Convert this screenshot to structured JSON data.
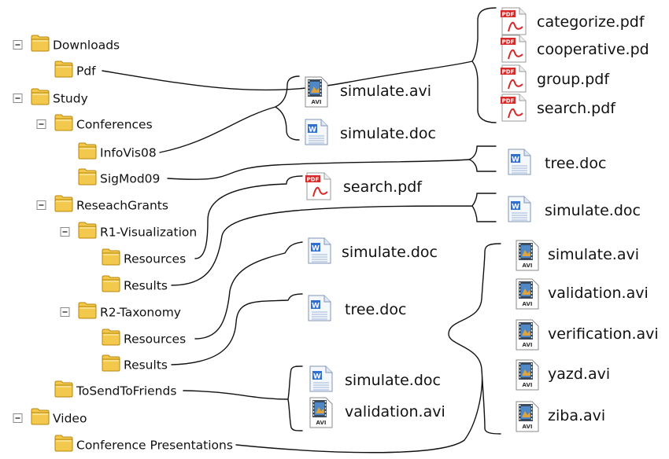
{
  "tree": [
    {
      "label": "Downloads",
      "depth": 0,
      "expander": "minus"
    },
    {
      "label": "Pdf",
      "depth": 1,
      "expander": "none"
    },
    {
      "label": "Study",
      "depth": 0,
      "expander": "minus"
    },
    {
      "label": "Conferences",
      "depth": 1,
      "expander": "minus"
    },
    {
      "label": "InfoVis08",
      "depth": 2,
      "expander": "none"
    },
    {
      "label": "SigMod09",
      "depth": 2,
      "expander": "none"
    },
    {
      "label": "ReseachGrants",
      "depth": 1,
      "expander": "minus"
    },
    {
      "label": "R1-Visualization",
      "depth": 2,
      "expander": "minus"
    },
    {
      "label": "Resources",
      "depth": 3,
      "expander": "none"
    },
    {
      "label": "Results",
      "depth": 3,
      "expander": "none"
    },
    {
      "label": "R2-Taxonomy",
      "depth": 2,
      "expander": "minus"
    },
    {
      "label": "Resources",
      "depth": 3,
      "expander": "none"
    },
    {
      "label": "Results",
      "depth": 3,
      "expander": "none"
    },
    {
      "label": "ToSendToFriends",
      "depth": 1,
      "expander": "none"
    },
    {
      "label": "Video",
      "depth": 0,
      "expander": "minus"
    },
    {
      "label": "Conference Presentations",
      "depth": 1,
      "expander": "none"
    }
  ],
  "file_groups": [
    {
      "source": "Pdf",
      "files": [
        {
          "name": "categorize.pdf",
          "icon": "pdf-icon"
        },
        {
          "name": "cooperative.pd",
          "icon": "pdf-icon"
        },
        {
          "name": "group.pdf",
          "icon": "pdf-icon"
        },
        {
          "name": "search.pdf",
          "icon": "pdf-icon"
        }
      ]
    },
    {
      "source": "InfoVis08",
      "files": [
        {
          "name": "simulate.avi",
          "icon": "avi-video-icon"
        },
        {
          "name": "simulate.doc",
          "icon": "word-doc-icon"
        }
      ]
    },
    {
      "source": "SigMod09",
      "files": [
        {
          "name": "tree.doc",
          "icon": "word-doc-icon"
        }
      ]
    },
    {
      "source": "R1-Visualization Resources",
      "files": [
        {
          "name": "search.pdf",
          "icon": "pdf-icon"
        }
      ]
    },
    {
      "source": "R1-Visualization Results",
      "files": [
        {
          "name": "simulate.doc",
          "icon": "word-doc-icon"
        }
      ]
    },
    {
      "source": "R2-Taxonomy Resources",
      "files": [
        {
          "name": "simulate.doc",
          "icon": "word-doc-icon"
        }
      ]
    },
    {
      "source": "R2-Taxonomy Results",
      "files": [
        {
          "name": "tree.doc",
          "icon": "word-doc-icon"
        }
      ]
    },
    {
      "source": "Conference Presentations",
      "files": [
        {
          "name": "simulate.avi",
          "icon": "avi-video-icon"
        },
        {
          "name": "validation.avi",
          "icon": "avi-video-icon"
        },
        {
          "name": "verification.avi",
          "icon": "avi-video-icon"
        },
        {
          "name": "yazd.avi",
          "icon": "avi-video-icon"
        },
        {
          "name": "ziba.avi",
          "icon": "avi-video-icon"
        }
      ]
    },
    {
      "source": "ToSendToFriends",
      "files": [
        {
          "name": "simulate.doc",
          "icon": "word-doc-icon"
        },
        {
          "name": "validation.avi",
          "icon": "avi-video-icon"
        }
      ]
    }
  ],
  "colors": {
    "folder": "#f2c94c",
    "folder_edge": "#b8860b",
    "pdf_red": "#d42a2a",
    "doc_blue": "#2f6fcf",
    "avi_film": "#3b4a5c",
    "line": "#111111"
  }
}
